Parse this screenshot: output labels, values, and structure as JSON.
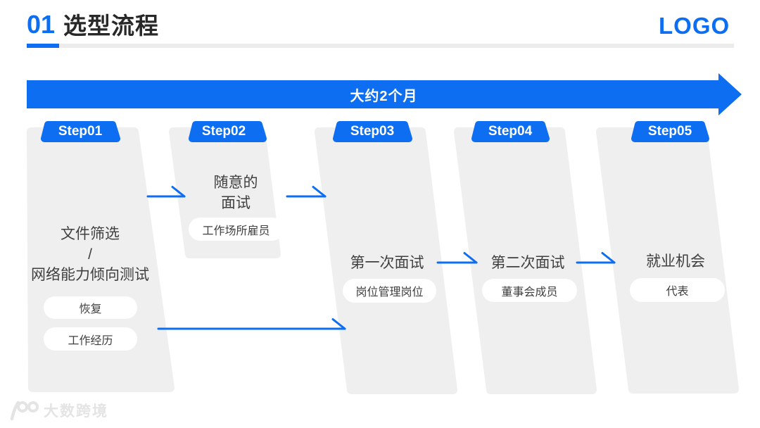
{
  "header": {
    "number": "01",
    "title": "选型流程",
    "logo": "LOGO"
  },
  "banner": {
    "label": "大约2个月"
  },
  "steps": [
    {
      "tab": "Step01",
      "title_lines": [
        "文件筛选",
        "/",
        "网络能力倾向测试"
      ],
      "pills": [
        "恢复",
        "工作经历"
      ]
    },
    {
      "tab": "Step02",
      "title_lines": [
        "随意的",
        "面试"
      ],
      "pills": [
        "工作场所雇员"
      ]
    },
    {
      "tab": "Step03",
      "title_lines": [
        "第一次面试"
      ],
      "pills": [
        "岗位管理岗位"
      ]
    },
    {
      "tab": "Step04",
      "title_lines": [
        "第二次面试"
      ],
      "pills": [
        "董事会成员"
      ]
    },
    {
      "tab": "Step05",
      "title_lines": [
        "就业机会"
      ],
      "pills": [
        "代表"
      ]
    }
  ],
  "watermark": {
    "text": "大数跨境"
  },
  "colors": {
    "primary": "#0D6EF2",
    "column_bg": "#EFEFF0",
    "pill_bg": "#FFFFFF",
    "text_title": "#282828",
    "text_dark": "#3F3F3F",
    "underline_gray": "#ECECEC",
    "watermark": "#E4E4E4"
  }
}
